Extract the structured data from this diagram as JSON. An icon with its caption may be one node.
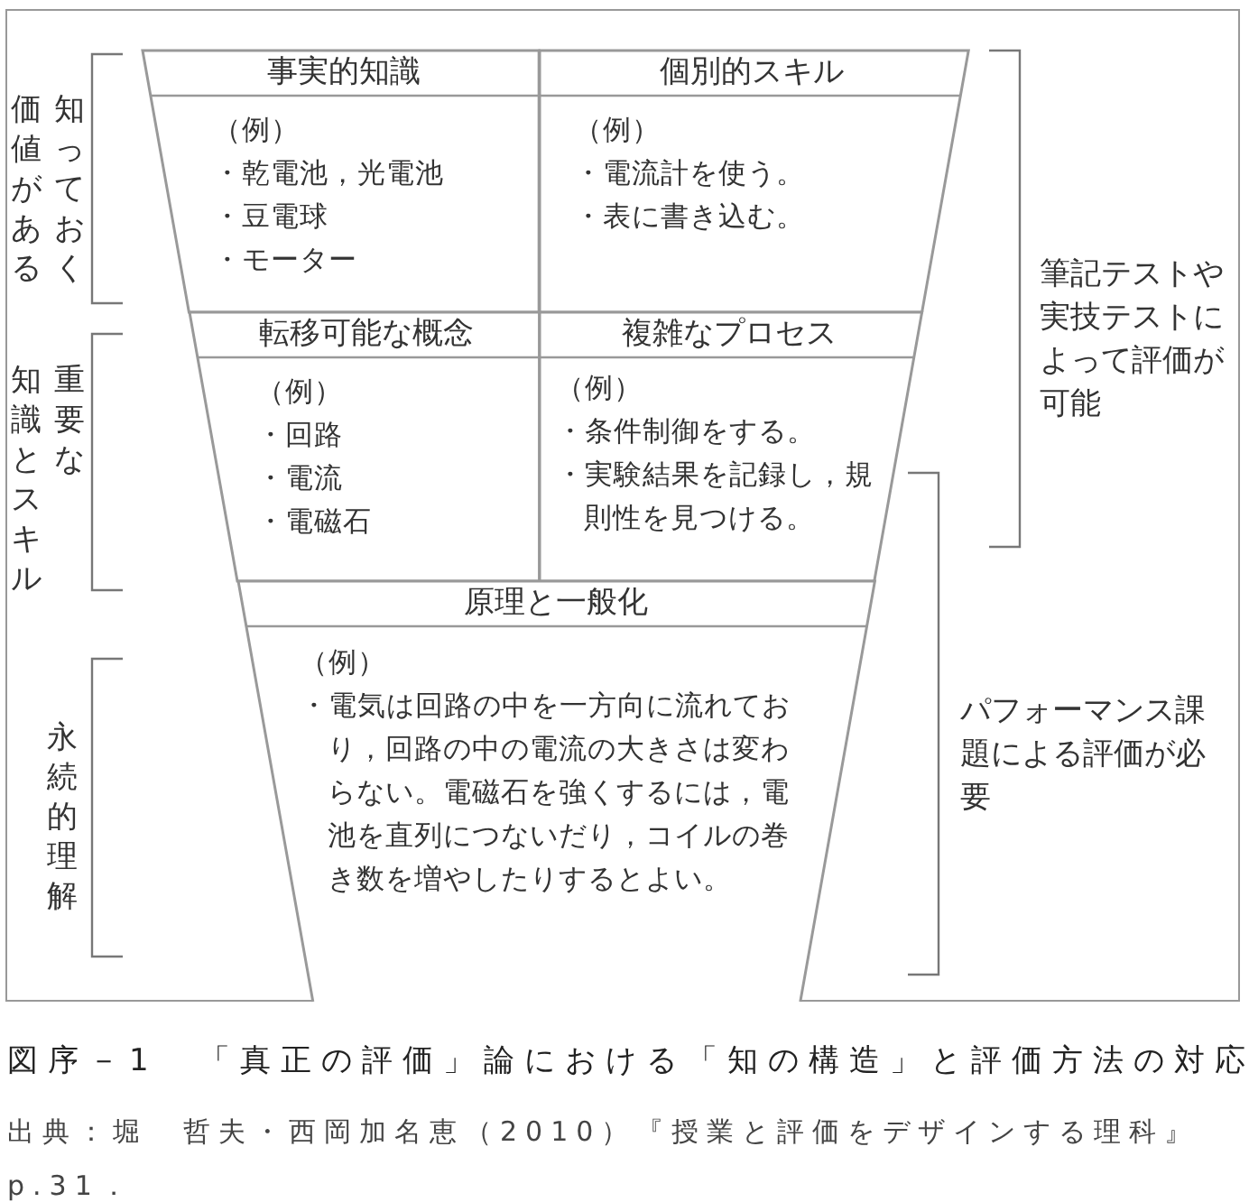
{
  "diagram": {
    "caption": "図序－1　「真正の評価」論における「知の構造」と評価方法の対応",
    "nodes": [
      {
        "text": [
          "事実的知識",
          "（例）",
          "・乾電池，光電池",
          "・豆電球",
          "・モーター"
        ]
      },
      {
        "text": [
          "個別的スキル",
          "（例）",
          "・電流計を使う。",
          "・表に書き込む。"
        ]
      },
      {
        "text": [
          "転移可能な概念",
          "（例）",
          "・回路",
          "・電流",
          "・電磁石"
        ]
      },
      {
        "text": [
          "複雑なプロセス",
          "（例）",
          "・条件制御をする。",
          "・実験結果を記録し，規則性を見つける。"
        ]
      },
      {
        "text": [
          "原理と一般化",
          "（例）",
          "・電気は回路の中を一方向に流れており，回路の中の電流の大きさは変わらない。電磁石を強くするには，電池を直列につないだり，コイルの巻き数を増やしたりするとよい。"
        ]
      }
    ],
    "edges": [],
    "labels": [
      "知っておく",
      "価値がある",
      "重要な",
      "知識とスキル",
      "永続的理解",
      "筆記テストや実技テストによって評価が可能",
      "パフォーマンス課題による評価が必要",
      "出典：堀　哲夫・西岡加名恵（2010）『授業と評価をデザインする理科』p.31．"
    ]
  }
}
